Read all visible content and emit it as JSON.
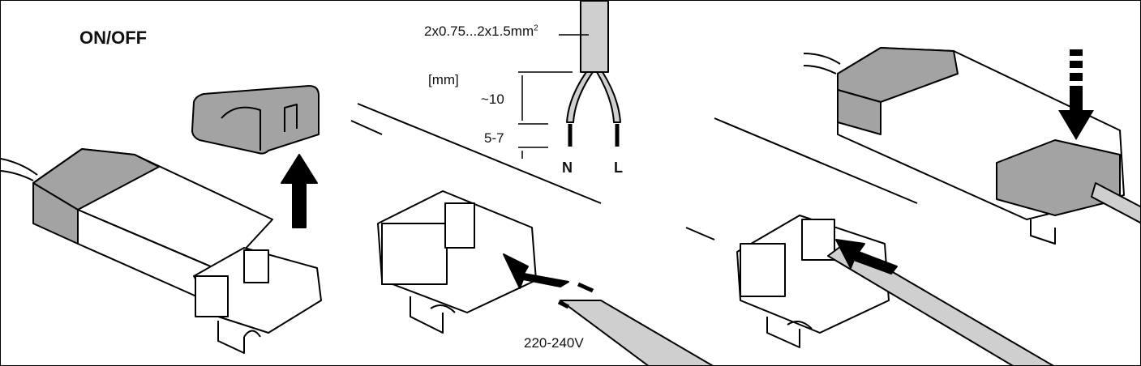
{
  "title": "ON/OFF",
  "cable_spec": {
    "text": "2x0.75...2x1.5mm",
    "superscript": "2"
  },
  "units": "[mm]",
  "dimensions": {
    "insulation_strip": "~10",
    "wire_strip": "5-7"
  },
  "wires": {
    "neutral": "N",
    "live": "L"
  },
  "voltage": "220-240V",
  "colors": {
    "cap": "#a3a3a3",
    "cable": "#cfcfcf",
    "line": "#000000"
  }
}
